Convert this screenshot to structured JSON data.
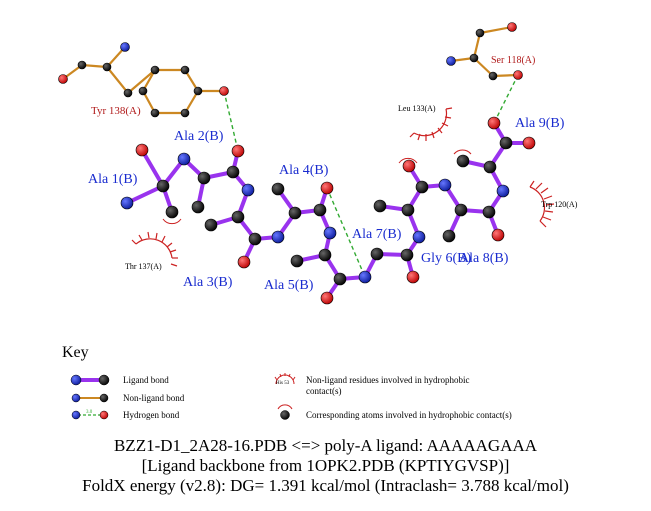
{
  "colors": {
    "ligand_bond": "#9933ee",
    "non_ligand_bond": "#cc8822",
    "hbond": "#33aa33",
    "hydrophobic": "#cc2222",
    "carbon": "#000000",
    "nitrogen": "#1133cc",
    "oxygen": "#ee1111",
    "ligand_label": "#1a2ccf",
    "residue_label": "#b01a1a"
  },
  "labels": {
    "ala1": "Ala 1(B)",
    "ala2": "Ala 2(B)",
    "ala3": "Ala 3(B)",
    "ala4": "Ala 4(B)",
    "ala5": "Ala 5(B)",
    "gly6": "Gly 6(B)",
    "ala7": "Ala 7(B)",
    "ala8": "Ala 8(B)",
    "ala9": "Ala 9(B)",
    "tyr138": "Tyr 138(A)",
    "ser118": "Ser 118(A)",
    "leu133": "Leu 133(A)",
    "thr137": "Thr 137(A)",
    "trp120": "Trp 120(A)"
  },
  "key": {
    "title": "Key",
    "ligand_bond": "Ligand bond",
    "non_ligand_bond": "Non-ligand bond",
    "hydrogen_bond": "Hydrogen bond",
    "hbond_distance": "3.0",
    "his_label": "His 53",
    "nonligand_residues_line1": "Non-ligand residues involved in hydrophobic",
    "nonligand_residues_line2": "contact(s)",
    "corresponding_atoms": "Corresponding atoms involved in hydrophobic contact(s)"
  },
  "caption": {
    "line1": "BZZ1-D1_2A28-16.PDB <=> poly-A ligand: AAAAAGAAA",
    "line2": "[Ligand backbone from 1OPK2.PDB (KPTIYGVSP)]",
    "line3": "FoldX energy (v2.8): DG= 1.391 kcal/mol (Intraclash= 3.788 kcal/mol)"
  }
}
